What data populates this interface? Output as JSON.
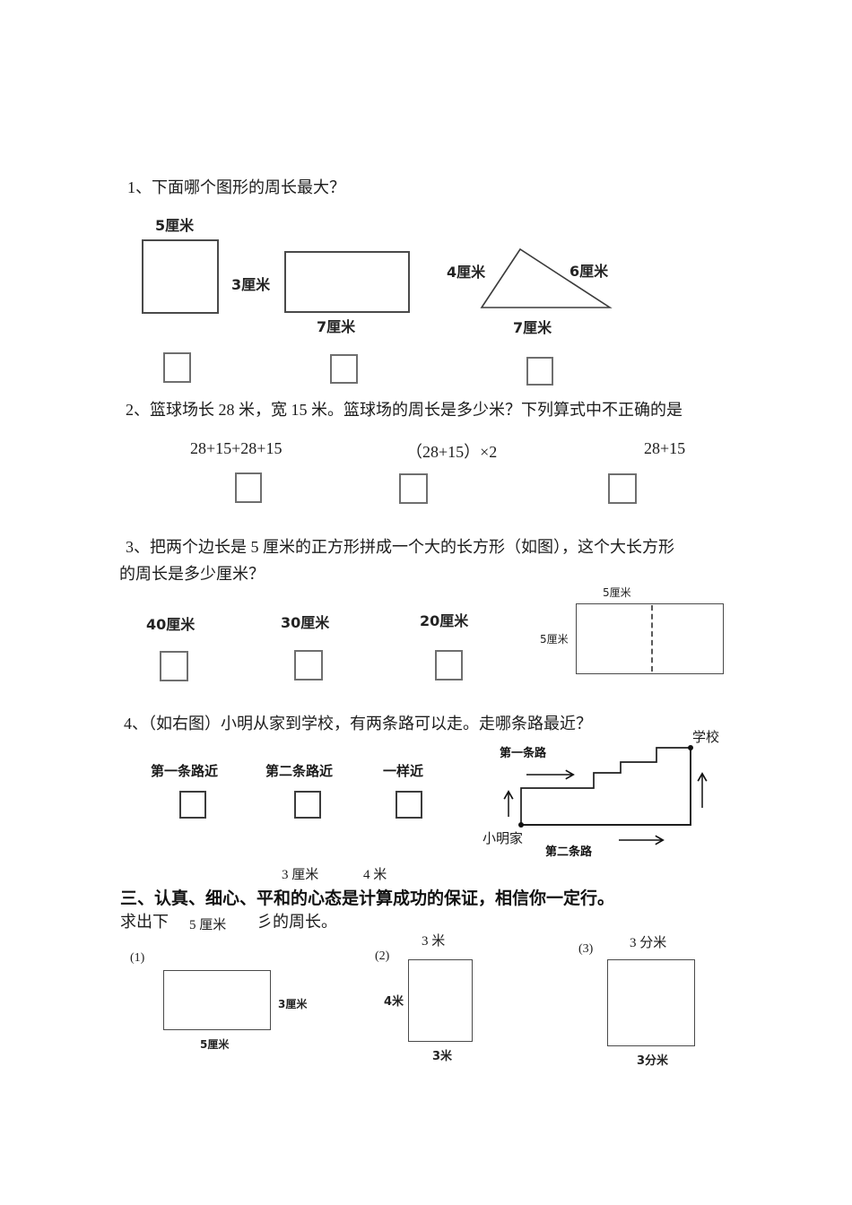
{
  "q1": {
    "title": "1、下面哪个图形的周长最大？",
    "labels": {
      "square_top": "5厘米",
      "rect_left": "3厘米",
      "rect_bottom": "7厘米",
      "tri_left": "4厘米",
      "tri_right": "6厘米",
      "tri_bottom": "7厘米"
    }
  },
  "q2": {
    "title": "2、篮球场长 28 米，宽 15 米。篮球场的周长是多少米？下列算式中不正确的是",
    "options": {
      "a": "28+15+28+15",
      "b": "（28+15）×2",
      "c": "28+15"
    }
  },
  "q3": {
    "title1": "3、把两个边长是 5 厘米的正方形拼成一个大的长方形（如图），这个大长方形",
    "title2": "的周长是多少厘米？",
    "options": {
      "a": "40厘米",
      "b": "30厘米",
      "c": "20厘米"
    },
    "figure": {
      "top": "5厘米",
      "left": "5厘米"
    }
  },
  "q4": {
    "title": "4、（如右图）小明从家到学校，有两条路可以走。走哪条路最近？",
    "options": {
      "a": "第一条路近",
      "b": "第二条路近",
      "c": "一样近"
    },
    "diagram": {
      "school": "学校",
      "home": "小明家",
      "road1": "第一条路",
      "road2": "第二条路"
    }
  },
  "stray": {
    "cm3": "3 厘米",
    "m4": "4 米"
  },
  "sec3": {
    "heading": "三、认真、细心、平和的心态是计算成功的保证，相信你一定行。",
    "p1": "求出下",
    "p2": "5 厘米",
    "p3": "彡的周长。"
  },
  "figs": {
    "f1": {
      "idx": "(1)",
      "right": "3厘米",
      "bottom": "5厘米"
    },
    "f2": {
      "idx": "(2)",
      "top": "3 米",
      "left": "4米",
      "bottom": "3米"
    },
    "f3": {
      "idx": "(3)",
      "top": "3 分米",
      "bottom": "3分米"
    }
  }
}
